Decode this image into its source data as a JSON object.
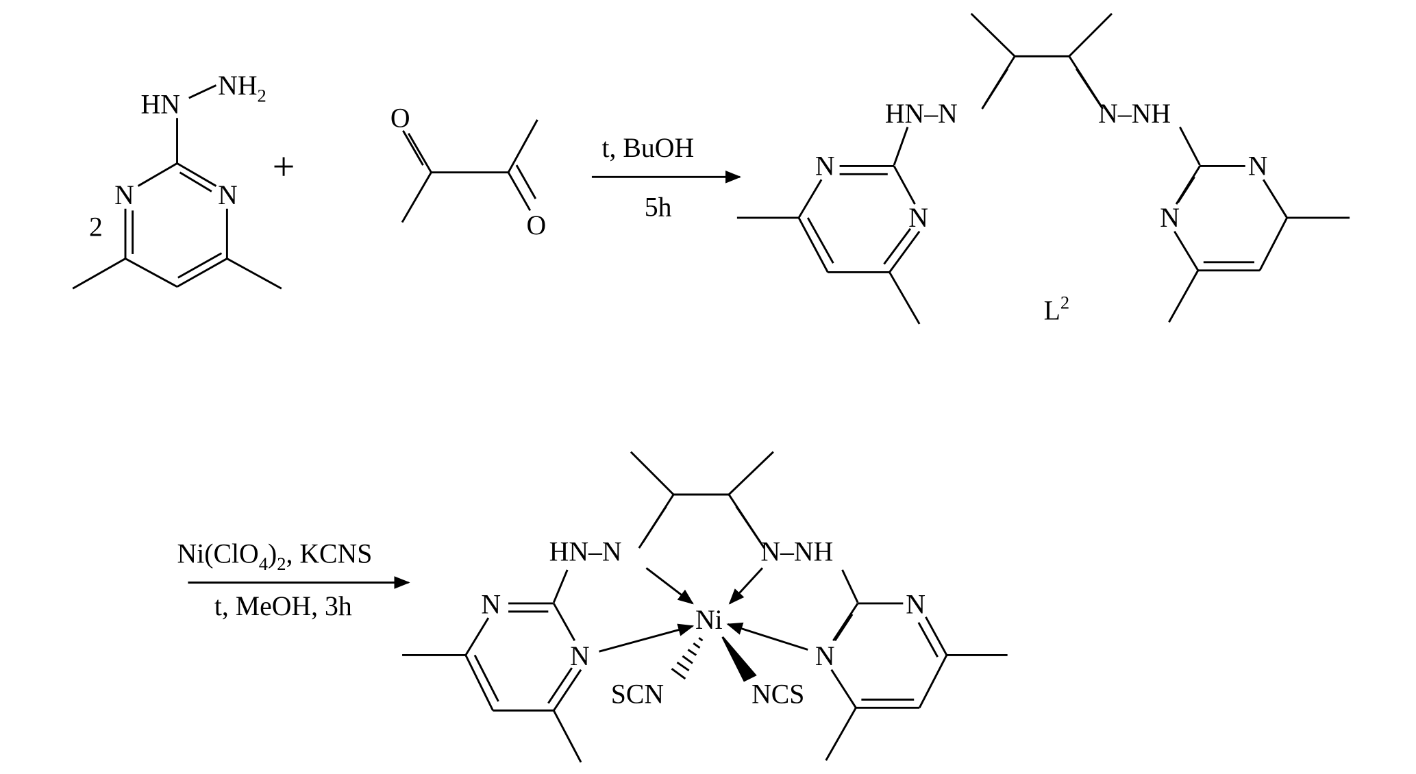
{
  "scheme": {
    "step1": {
      "reactant1": {
        "coefficient": "2",
        "hn": "HN",
        "nh": "NH",
        "nh_sub": "2",
        "n_left": "N",
        "n_right": "N"
      },
      "plus": "+",
      "reactant2": {
        "o_top": "O",
        "o_bottom": "O"
      },
      "conditions_above": "t, BuOH",
      "conditions_below": "5h",
      "product": {
        "left_hydrazone": "HN–N",
        "right_hydrazone": "N–NH",
        "left_ring_n_top": "N",
        "left_ring_n_bottom": "N",
        "right_ring_n_top": "N",
        "right_ring_n_bottom": "N",
        "label": "L",
        "label_sup": "2"
      }
    },
    "step2": {
      "conditions_above_main": "Ni(ClO",
      "conditions_above_sub1": "4",
      "conditions_above_mid": ")",
      "conditions_above_sub2": "2",
      "conditions_above_end": ", KCNS",
      "conditions_below": "t, MeOH, 3h",
      "complex": {
        "metal": "Ni",
        "left_hydrazone": "HN–N",
        "right_hydrazone": "N–NH",
        "left_ring_n_top": "N",
        "left_ring_n_bottom": "N",
        "right_ring_n_top": "N",
        "right_ring_n_bottom": "N",
        "ligand_left": "SCN",
        "ligand_right": "NCS"
      }
    }
  }
}
